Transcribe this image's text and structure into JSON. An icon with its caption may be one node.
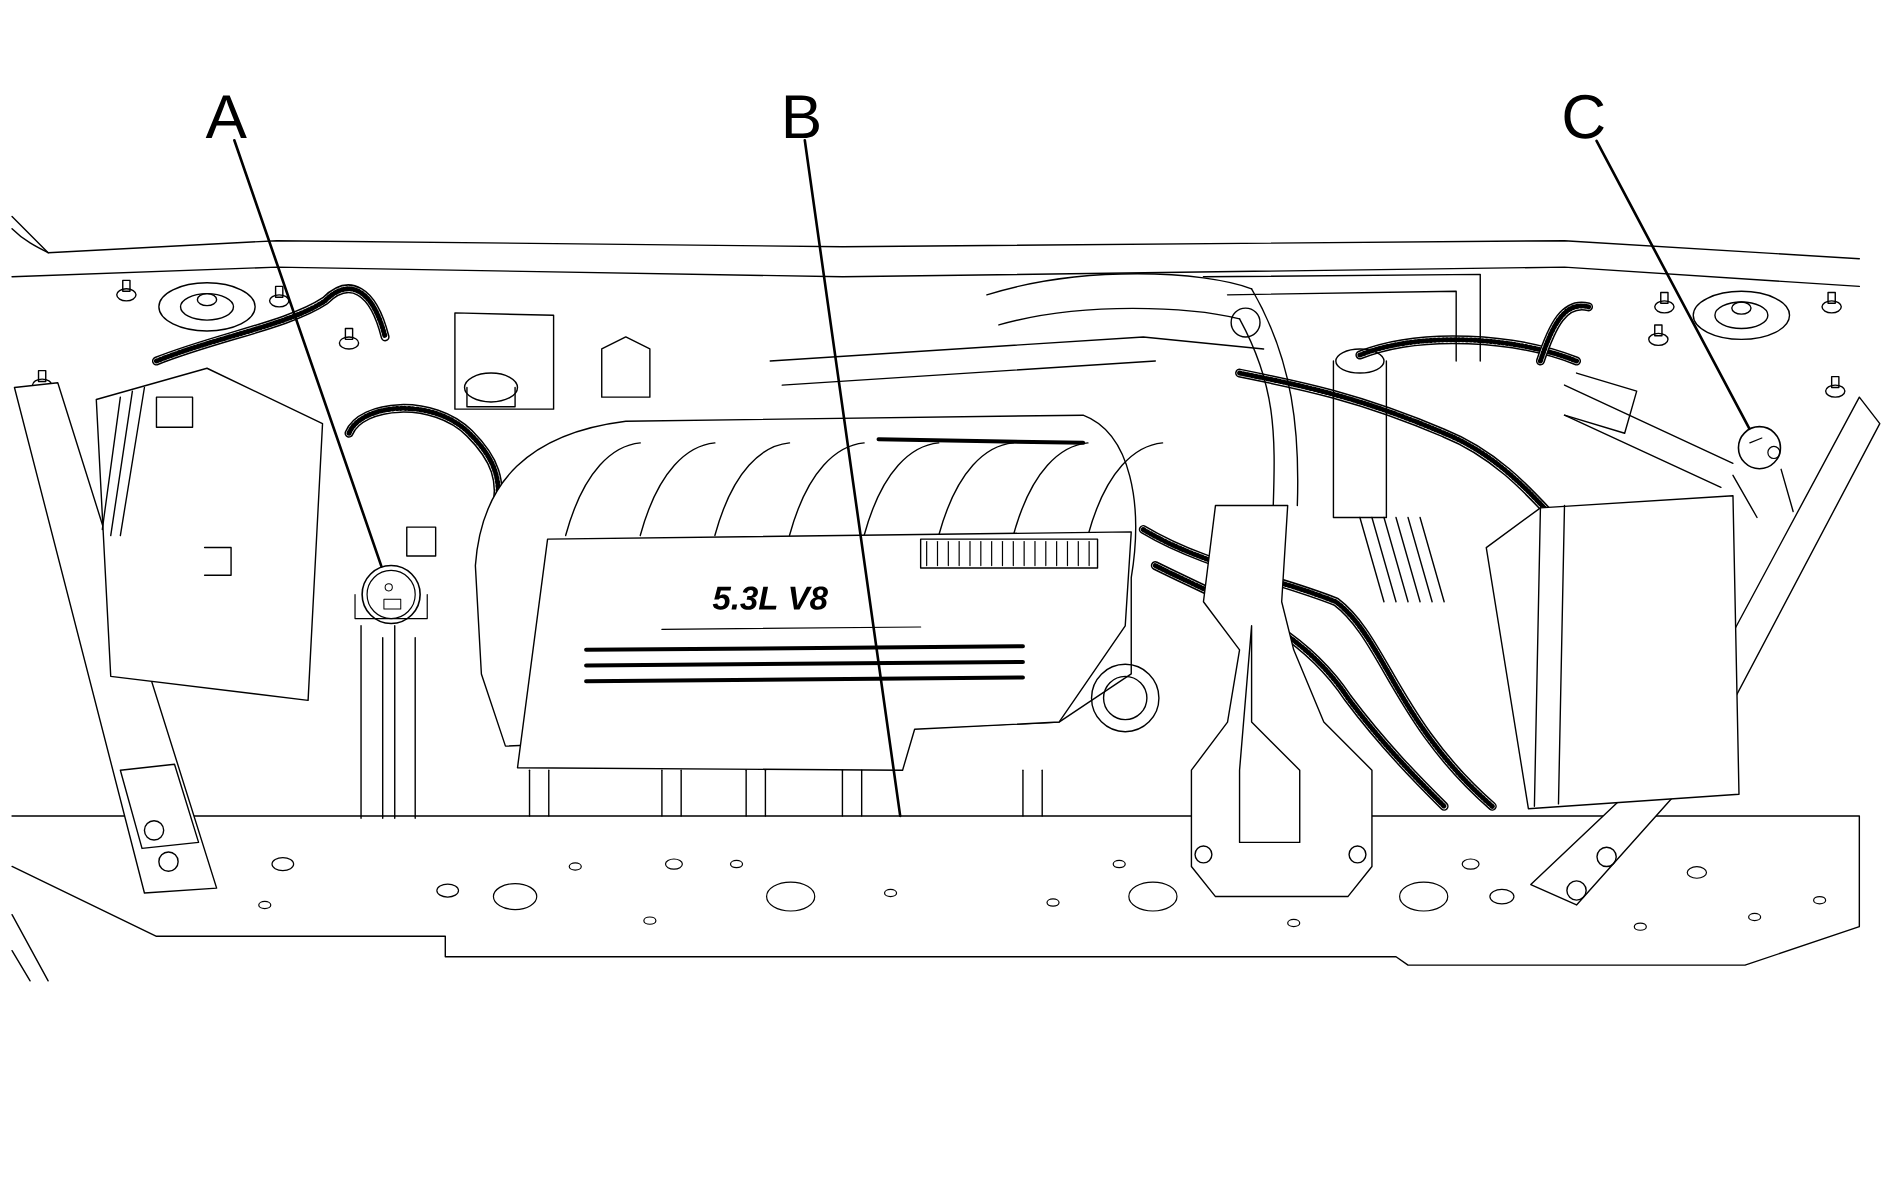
{
  "diagram": {
    "nodes": [
      {
        "text": [
          "A"
        ]
      },
      {
        "text": [
          "B"
        ]
      },
      {
        "text": [
          "C"
        ]
      },
      {
        "text": [],
        "shape": "picture"
      },
      {
        "text": [],
        "shape": "picture"
      }
    ],
    "edges": [
      {
        "from": 0,
        "to": 3,
        "arrow": "none"
      },
      {
        "from": 1,
        "to": null,
        "arrow": "none"
      },
      {
        "from": 2,
        "to": 4,
        "arrow": "none"
      }
    ],
    "labels": [
      "5.3L V8"
    ]
  }
}
